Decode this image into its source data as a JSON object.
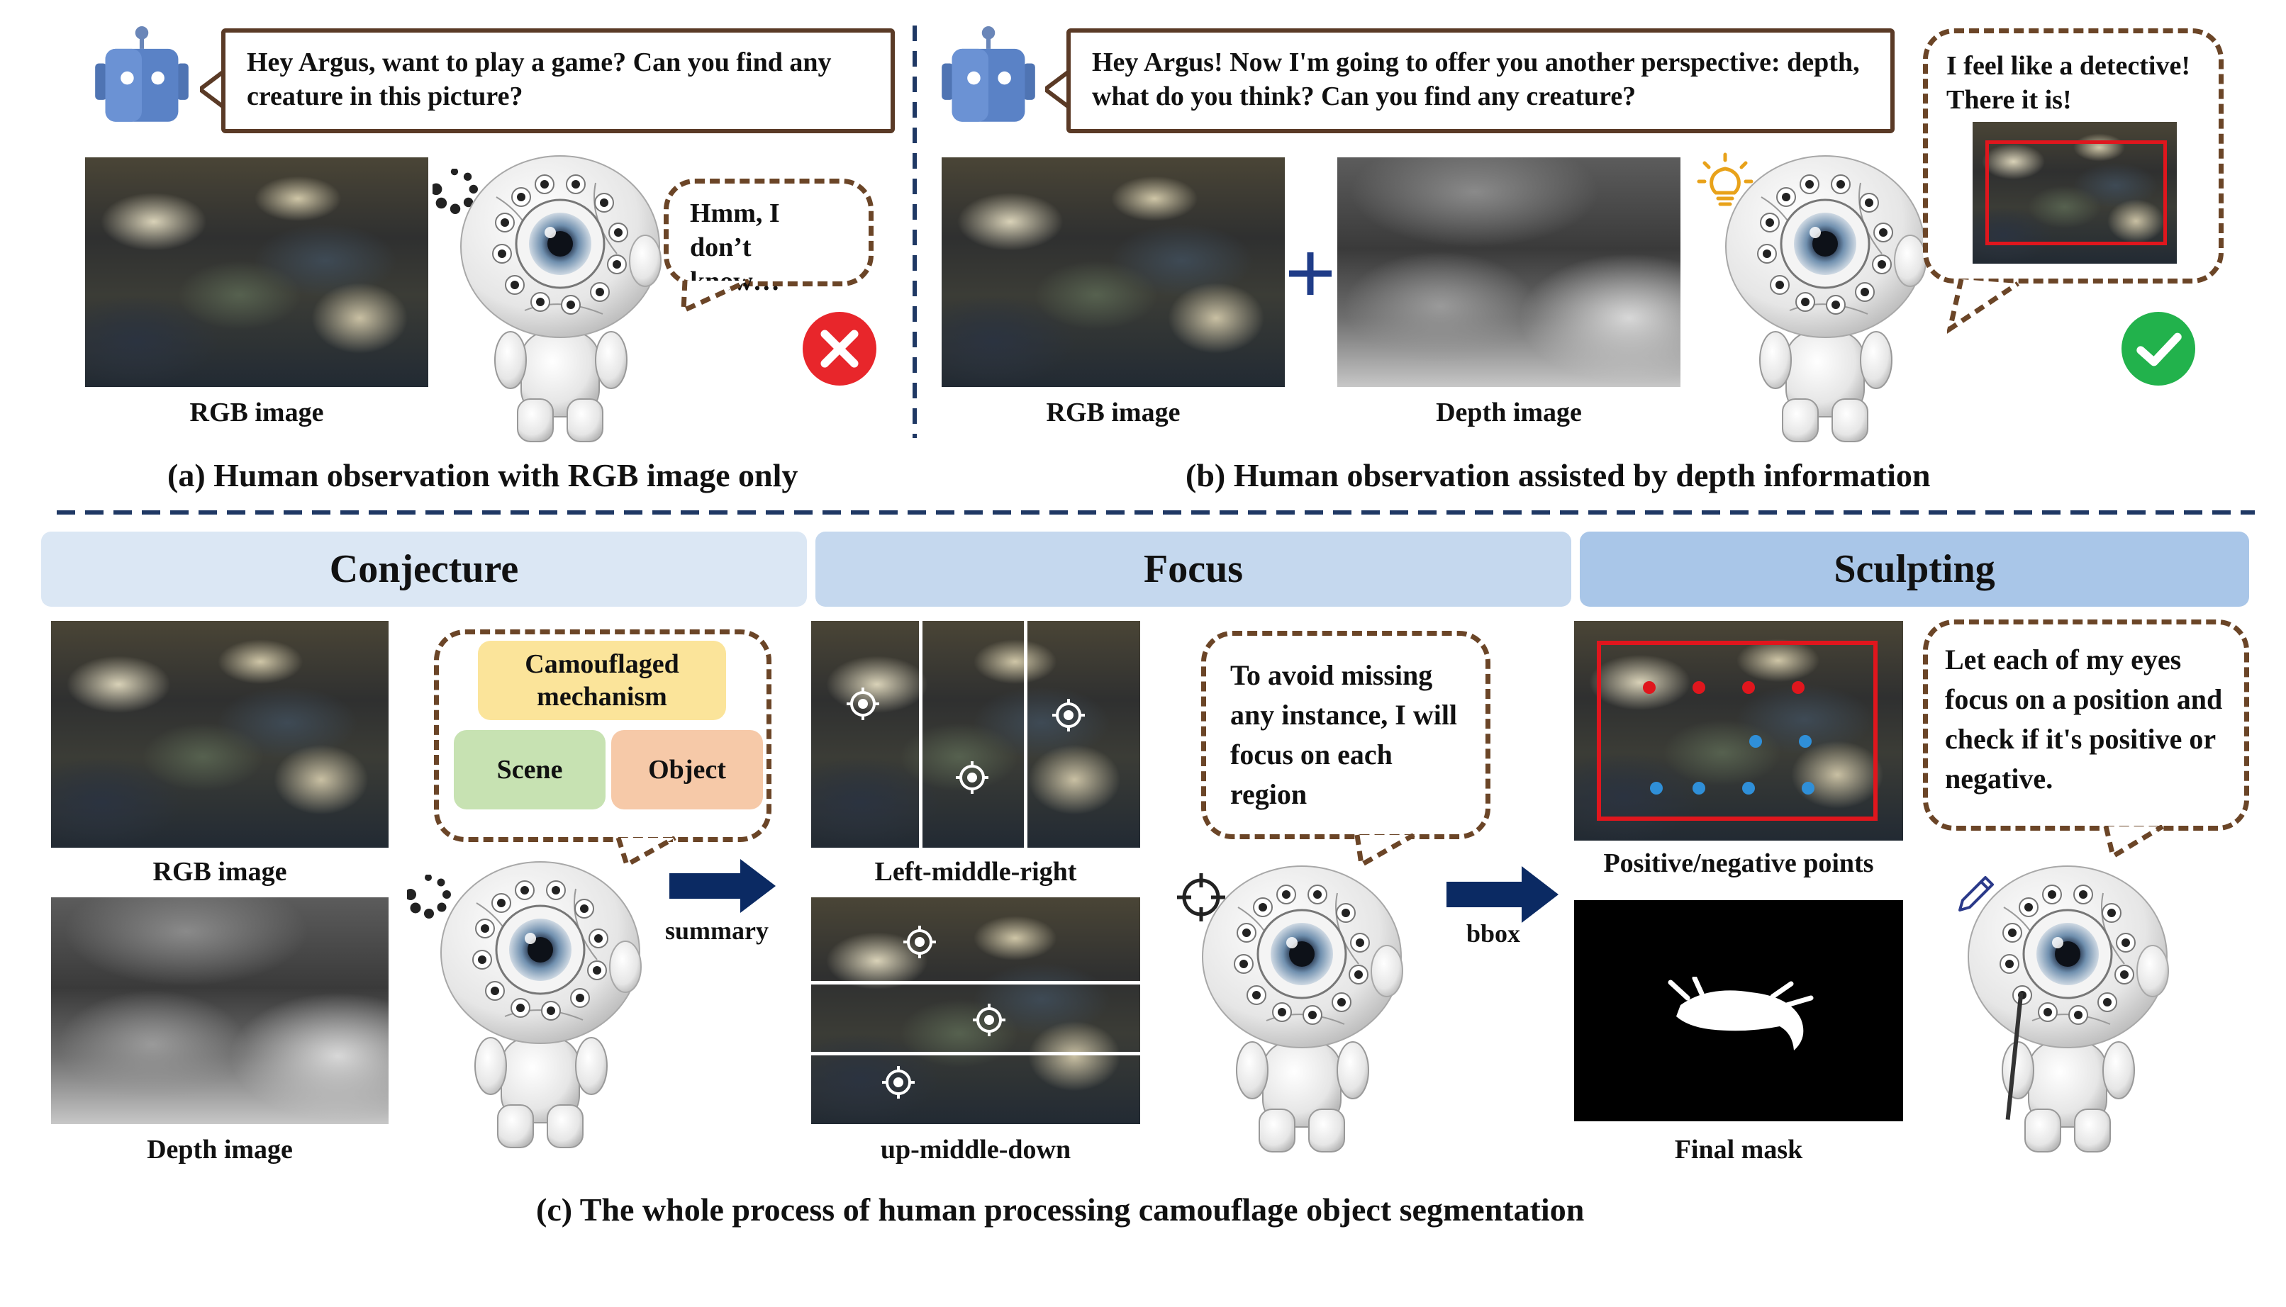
{
  "panel_a": {
    "prompt": "Hey Argus, want to play a game? Can you find any creature in this picture?",
    "reply": "Hmm, I don’t know…",
    "rgb_label": "RGB image",
    "caption": "(a) Human observation with RGB image only"
  },
  "panel_b": {
    "prompt": "Hey Argus! Now I'm going to offer you another perspective: depth, what do you think? Can you find any creature?",
    "reply": "I feel like a detective! There it is!",
    "rgb_label": "RGB image",
    "depth_label": "Depth image",
    "caption": "(b) Human observation assisted by depth information"
  },
  "panel_c": {
    "stages": [
      "Conjecture",
      "Focus",
      "Sculpting"
    ],
    "rgb_label": "RGB image",
    "depth_label": "Depth image",
    "tags": {
      "mechanism": "Camouflaged mechanism",
      "scene": "Scene",
      "object": "Object"
    },
    "arrow1": "summary",
    "lmr_label": "Left-middle-right",
    "umd_label": "up-middle-down",
    "focus_reply": "To avoid missing any instance, I will focus on each region",
    "arrow2": "bbox",
    "points_label": "Positive/negative points",
    "mask_label": "Final mask",
    "sculpt_reply": "Let each of my eyes focus on a position and check if it's positive or negative.",
    "caption": "(c) The whole process of human processing camouflage object segmentation"
  },
  "colors": {
    "bubble_border": "#6b4527",
    "divider": "#1f3864",
    "arrow": "#0b2a63",
    "stage1": "#dbe7f4",
    "stage2": "#c5d8ee",
    "stage3": "#a9c6e8",
    "tag_mechanism": "#fbe49a",
    "tag_scene": "#c7e2b2",
    "tag_object": "#f6c9a8",
    "wrong": "#e8262b",
    "right": "#22b24c",
    "box": "#e0161d",
    "pos_point": "#e0161d",
    "neg_point": "#2f8fd8"
  },
  "icons": [
    "robot-icon",
    "spinner-icon",
    "bulb-icon",
    "cross-icon",
    "check-icon",
    "target-icon",
    "pen-icon",
    "plus-icon"
  ]
}
